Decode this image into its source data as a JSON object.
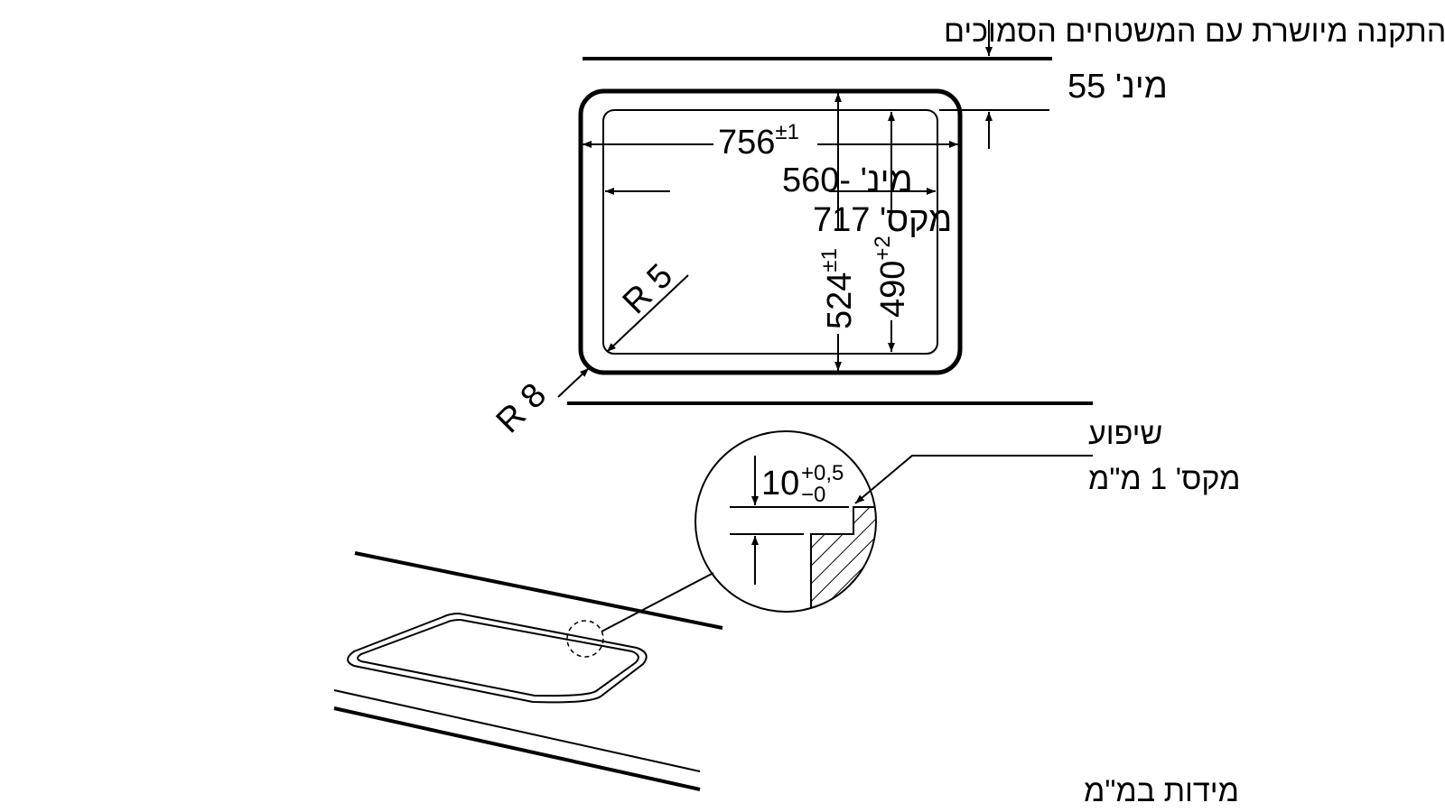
{
  "title": "התקנה מיושרת עם המשטחים הסמוכים",
  "min_gap": "מינ' 55",
  "width_dim": {
    "value": "756",
    "tolerance": "±1"
  },
  "inner_width_min": "מינ' -560",
  "inner_width_max": "מקס' 717",
  "inner_radius": "R 5",
  "outer_radius": "R 8",
  "depth_dim": {
    "value": "524",
    "tolerance": "±1"
  },
  "inner_depth_dim": {
    "value": "490",
    "tolerance": "+2"
  },
  "bevel_label": "שיפוע",
  "bevel_max": "מקס' 1 מ\"מ",
  "recess_dim": {
    "value": "10",
    "tol_upper": "+0,5",
    "tol_lower": "−0"
  },
  "units_note": "מידות במ\"מ"
}
